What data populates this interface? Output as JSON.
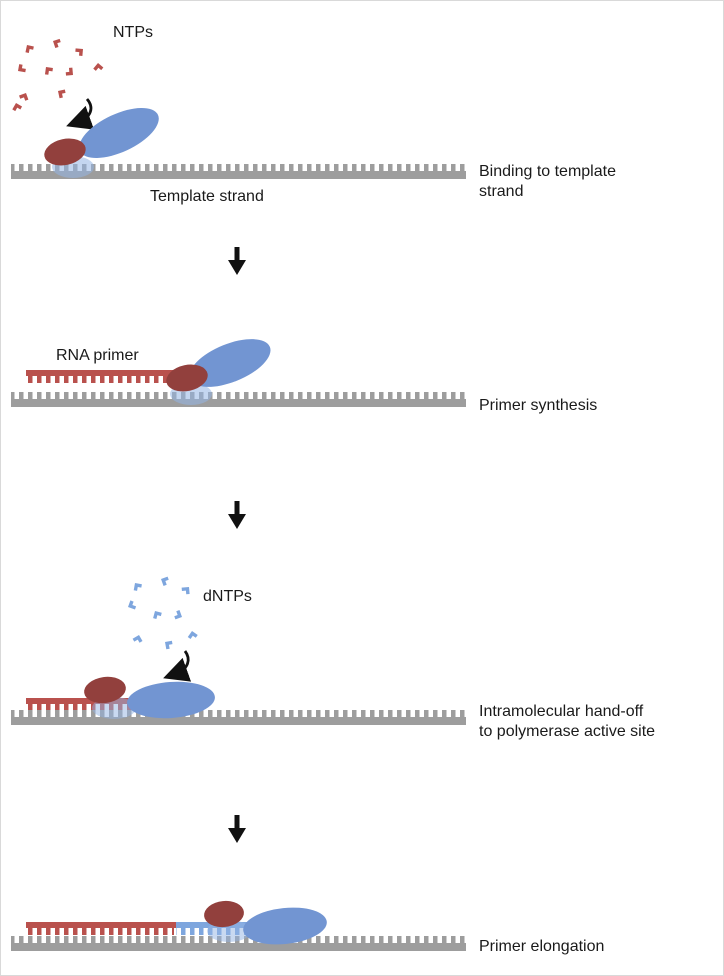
{
  "colors": {
    "template_gray": "#9d9d9d",
    "primer_red": "#b9514d",
    "primase_red": "#92403d",
    "polymerase_blue": "#7295d2",
    "halo_blue": "#94b4e4",
    "ntp_red": "#b9514d",
    "dntp_blue": "#7ea6de",
    "extension_blue": "#7ea6de",
    "arrow": "#111111",
    "text": "#1a1a1a"
  },
  "panel1": {
    "scatter_label": "NTPs",
    "strand_label": "Template strand",
    "caption": "Binding to template\nstrand"
  },
  "panel2": {
    "primer_label": "RNA primer",
    "caption": "Primer synthesis"
  },
  "panel3": {
    "scatter_label": "dNTPs",
    "caption": "Intramolecular hand-off\nto polymerase active site"
  },
  "panel4": {
    "caption": "Primer elongation"
  }
}
